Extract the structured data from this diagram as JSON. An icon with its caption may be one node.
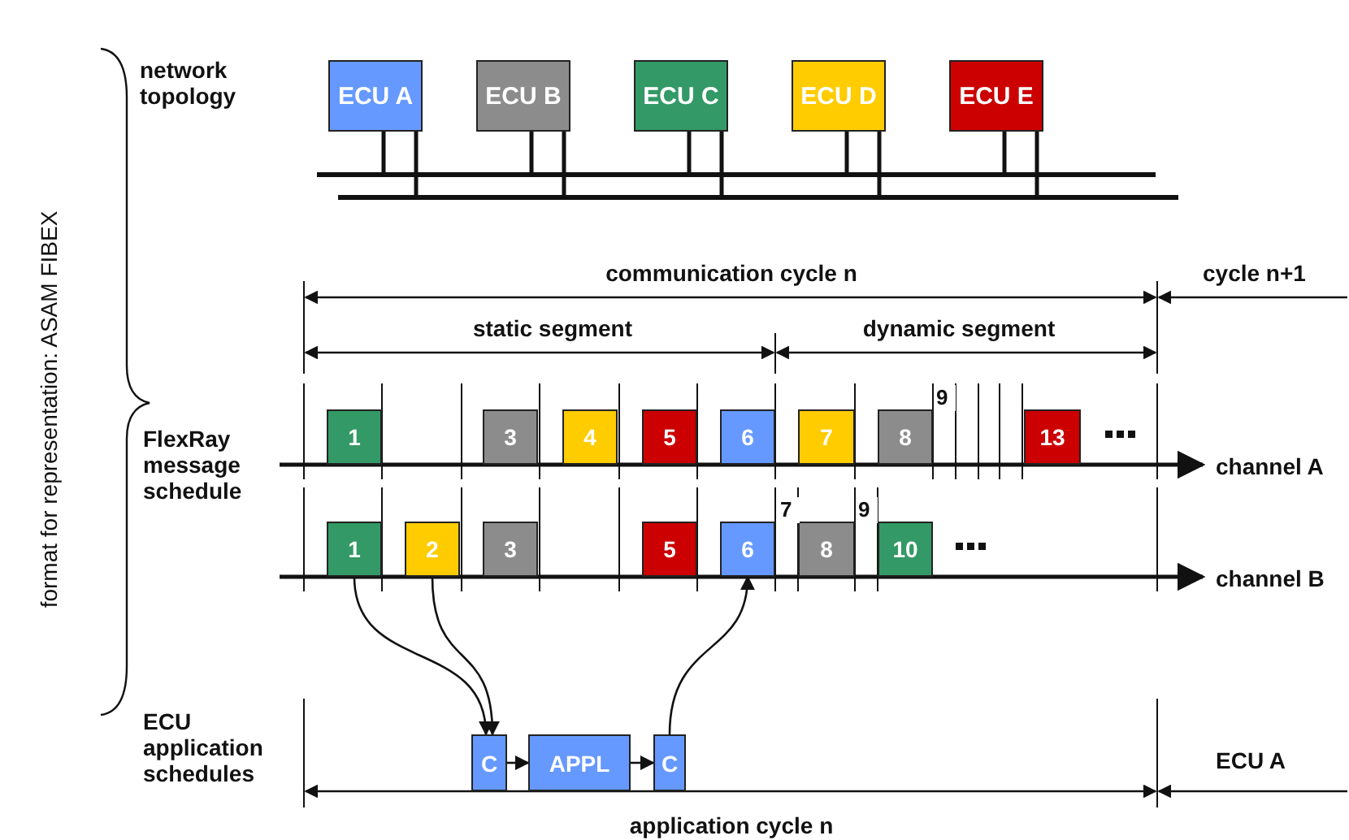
{
  "diagram": {
    "nodes": [
      {
        "text": [
          "ECU A"
        ]
      },
      {
        "text": [
          "ECU B"
        ]
      },
      {
        "text": [
          "ECU C"
        ]
      },
      {
        "text": [
          "ECU D"
        ]
      },
      {
        "text": [
          "ECU E"
        ]
      },
      {
        "text": [],
        "shape": "bar"
      },
      {
        "text": [],
        "shape": "bar"
      },
      {
        "text": [
          "1"
        ]
      },
      {
        "text": [
          "3"
        ]
      },
      {
        "text": [
          "4"
        ]
      },
      {
        "text": [
          "5"
        ]
      },
      {
        "text": [
          "6"
        ]
      },
      {
        "text": [
          "7"
        ]
      },
      {
        "text": [
          "8"
        ]
      },
      {
        "text": [
          "13"
        ]
      },
      {
        "text": [
          "1"
        ]
      },
      {
        "text": [
          "2"
        ]
      },
      {
        "text": [
          "3"
        ]
      },
      {
        "text": [
          "5"
        ]
      },
      {
        "text": [
          "6"
        ]
      },
      {
        "text": [
          "8"
        ]
      },
      {
        "text": [
          "10"
        ]
      },
      {
        "text": [
          "C"
        ]
      },
      {
        "text": [
          "APPL"
        ]
      },
      {
        "text": [
          "C"
        ]
      }
    ],
    "edges": [
      {
        "from": 0,
        "to": 5,
        "arrow": "none"
      },
      {
        "from": 0,
        "to": 6,
        "arrow": "none"
      },
      {
        "from": 1,
        "to": 5,
        "arrow": "none"
      },
      {
        "from": 1,
        "to": 6,
        "arrow": "none"
      },
      {
        "from": 2,
        "to": 5,
        "arrow": "none"
      },
      {
        "from": 2,
        "to": 6,
        "arrow": "none"
      },
      {
        "from": 3,
        "to": 5,
        "arrow": "none"
      },
      {
        "from": 3,
        "to": 6,
        "arrow": "none"
      },
      {
        "from": 4,
        "to": 5,
        "arrow": "none"
      },
      {
        "from": 4,
        "to": 6,
        "arrow": "none"
      },
      {
        "from": 15,
        "to": 22,
        "arrow": "to"
      },
      {
        "from": 16,
        "to": 22,
        "arrow": "to"
      },
      {
        "from": 22,
        "to": 23,
        "arrow": "to"
      },
      {
        "from": 23,
        "to": 24,
        "arrow": "to"
      },
      {
        "from": 24,
        "to": 19,
        "arrow": "to"
      }
    ],
    "labels": [
      "format for representation: ASAM FIBEX",
      "network topology",
      "communication cycle n",
      "cycle n+1",
      "static segment",
      "dynamic segment",
      "FlexRay message schedule",
      "9",
      "channel A",
      "7",
      "9",
      "channel B",
      "ECU application schedules",
      "ECU A",
      "application cycle n"
    ]
  }
}
